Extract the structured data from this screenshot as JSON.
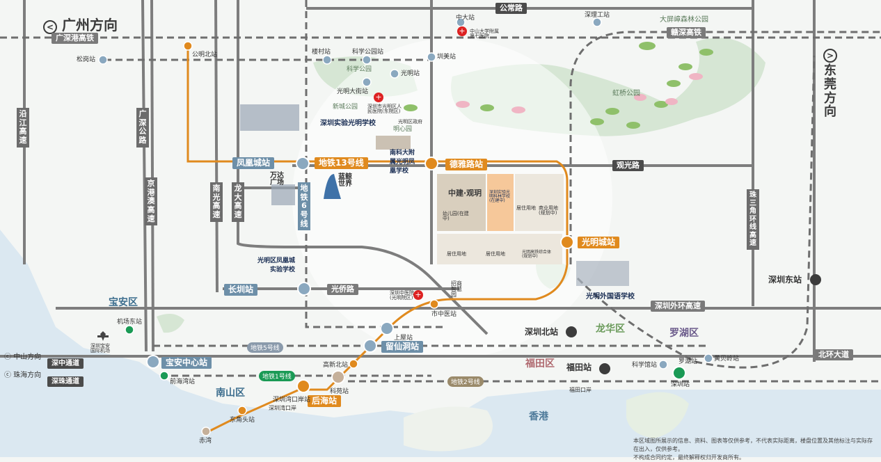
{
  "directions": {
    "guangzhou": "广州方向",
    "dongguan": "东莞方向",
    "zhongshan": "中山方向",
    "zhuhai": "珠海方向"
  },
  "railways": {
    "guangshengang": "广深港高铁",
    "ganshen": "赣深高铁"
  },
  "roads": {
    "gongchang": "公常路",
    "guanguang": "观光路",
    "guangqiao": "光侨路",
    "yanjiang": "沿江高速",
    "guangshen": "广深公路",
    "jinggangao": "京港澳高速",
    "nanguang": "南光高速",
    "longda": "龙大高速",
    "zhusanjiao": "珠三角环线高速",
    "waihuan": "深圳外环高速",
    "beihuan": "北环大道",
    "shenzhong": "深中通道",
    "shenzhu": "深珠通道"
  },
  "metro_lines": {
    "line13": "地铁13号线",
    "line6": "地铁6号线",
    "line5": "地铁5号线",
    "line1": "地铁1号线",
    "line2": "地铁2号线"
  },
  "stations": {
    "fenghuangcheng": "凤凰城站",
    "deyalu": "德雅路站",
    "guangmingcheng": "光明城站",
    "changqi": "长圳站",
    "baoanzhongxin": "宝安中心站",
    "liuxiandong": "留仙洞站",
    "houhai": "后海站",
    "shenzhenbei": "深圳北站",
    "futian": "福田站",
    "shenzhendong": "深圳东站",
    "zhongda": "中大站",
    "shenlichuang": "深理工站",
    "loucun": "楼村站",
    "kexuegongyuan": "科学公园站",
    "guangming": "光明站",
    "qimei": "圳美站",
    "songgang": "松岗站",
    "gongmingbei": "公明北站",
    "guangmingdajie": "光明大街站",
    "shizhongyiyuan": "市中医站",
    "shangwu": "上屋站",
    "jichangdong": "机场东站",
    "qianhaiwan": "前海湾站",
    "gaoxinbei": "高新北站",
    "keyuan": "科苑站",
    "shenzhenwankouan": "深圳湾口岸站",
    "dongjiaotou": "东角头站",
    "chiwan": "赤湾",
    "kexueguan": "科学馆站",
    "luohu": "罗湖站",
    "huangbeiling": "黄贝岭站",
    "shenzhen": "深圳站"
  },
  "districts": {
    "baoan": "宝安区",
    "longhua": "龙华区",
    "luohu": "罗湖区",
    "futian": "福田区",
    "nanshan": "南山区",
    "hongkong": "香港"
  },
  "parks": {
    "dapingzhang": "大屏嶂森林公园",
    "hongqiao": "虹桥公园",
    "kexue": "科学公园",
    "xincheng": "新城公园",
    "mingxin": "明心园"
  },
  "pois": {
    "zhongda_hospital": "中山大学附属第七医院",
    "guangming_hospital": "深圳市光明区人民医院(东院区)",
    "shiyan_school": "深圳实验光明学校",
    "nankeda_school": "南科大附属光明凤凰学校",
    "wanda": "万达广场",
    "lanjing": "蓝鲸世界",
    "fenghuangcheng_school": "光明区凤凰城实验学校",
    "waiguoyu_school": "光明外国语学校",
    "zhihuiyuan": "招商智慧园",
    "zhongyi_hospital": "深圳中医院(光明院区)",
    "gov": "光明区政府",
    "jichang": "深圳宝安国际机场",
    "shenzhenwan_port": "深圳湾口岸",
    "futian_port": "福田口岸"
  },
  "project": {
    "name": "中建·观玥",
    "kindergarten": "幼儿园(在建中)",
    "school": "深圳实验光明科林学校(在建中)",
    "residential": "居住用地",
    "commercial": "商业用地(规划中)",
    "complex": "光明高铁综合体(规划中)"
  },
  "disclaimer": {
    "line1": "本区域图所展示的信息、资料、图表等仅供参考，不代表实际距离，楼盘位置及其他标注与实际存在出入，仅供参考。",
    "line2": "不构成合同约定，最终解释权归开发商所有。"
  },
  "colors": {
    "line13": "#e08a1e",
    "road": "#7d7d7d",
    "tag_blue": "#6d8fa8",
    "water": "#dbe8f1",
    "green": "#d6e6d4"
  }
}
